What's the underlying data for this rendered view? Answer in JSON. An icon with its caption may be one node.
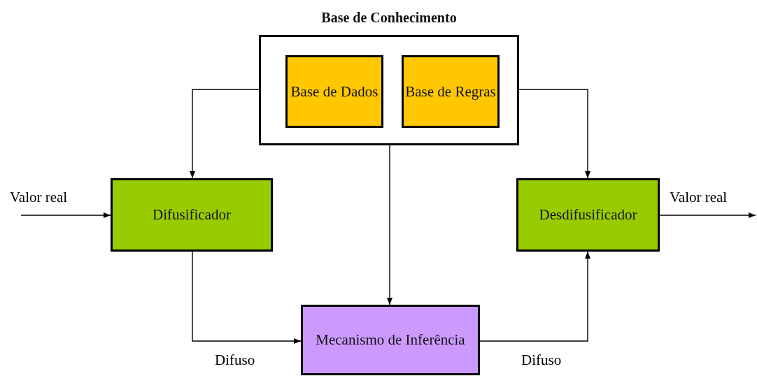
{
  "diagram": {
    "nodes": [
      {
        "text": [
          "Base de Conhecimento"
        ]
      },
      {
        "text": [
          "Base de Dados"
        ],
        "in": 0
      },
      {
        "text": [
          "Base de Regras"
        ],
        "in": 0
      },
      {
        "text": [
          "Difusificador"
        ]
      },
      {
        "text": [
          "Desdifusificador"
        ]
      },
      {
        "text": [
          "Mecanismo de Inferência"
        ]
      }
    ],
    "edges": [
      {
        "from": 0,
        "to": 3,
        "arrow": "to"
      },
      {
        "from": 0,
        "to": 4,
        "arrow": "to"
      },
      {
        "from": 0,
        "to": 5,
        "arrow": "to"
      },
      {
        "from": null,
        "to": 3,
        "arrow": "to",
        "label": "Valor real"
      },
      {
        "from": 4,
        "to": null,
        "arrow": "to",
        "label": "Valor real"
      },
      {
        "from": 3,
        "to": 5,
        "arrow": "to",
        "label": "Difuso"
      },
      {
        "from": 5,
        "to": 4,
        "arrow": "to",
        "label": "Difuso"
      }
    ]
  }
}
